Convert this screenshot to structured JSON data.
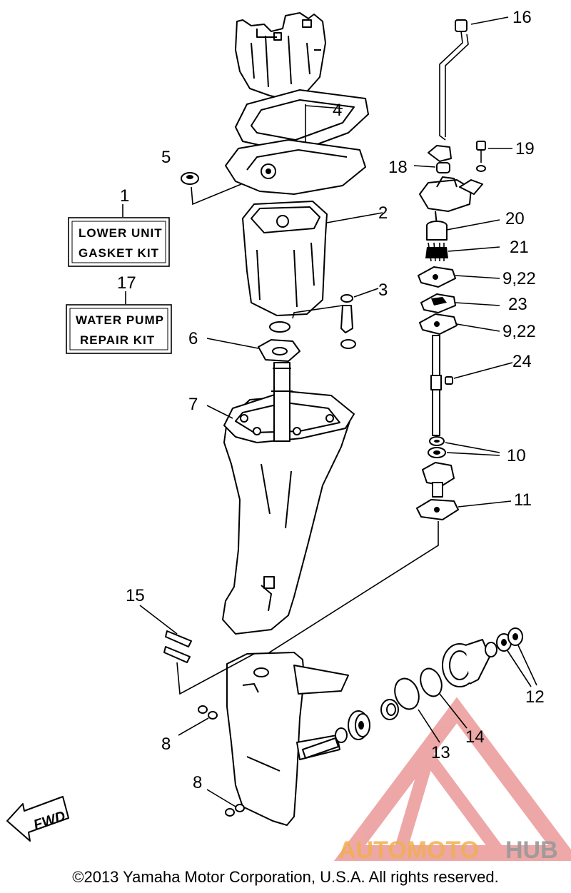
{
  "callouts": {
    "c1": "1",
    "c2": "2",
    "c3": "3",
    "c4": "4",
    "c5": "5",
    "c6": "6",
    "c7": "7",
    "c8a": "8",
    "c8b": "8",
    "c10": "10",
    "c11": "11",
    "c12": "12",
    "c13": "13",
    "c14": "14",
    "c15": "15",
    "c16": "16",
    "c17": "17",
    "c18": "18",
    "c19": "19",
    "c20": "20",
    "c21": "21",
    "c922a": "9,22",
    "c23": "23",
    "c922b": "9,22",
    "c24": "24"
  },
  "kits": {
    "lower_unit": [
      "LOWER UNIT",
      "GASKET KIT"
    ],
    "water_pump": [
      "WATER PUMP",
      "REPAIR KIT"
    ]
  },
  "fwd_label": "FWD",
  "watermark": {
    "part1": "AUTOMOTO",
    "part2": "HUB",
    "color1": "#f0b050",
    "color2": "#aaaaaa",
    "mark_color": "#e06060"
  },
  "copyright": "©2013 Yamaha Motor Corporation, U.S.A. All rights reserved."
}
